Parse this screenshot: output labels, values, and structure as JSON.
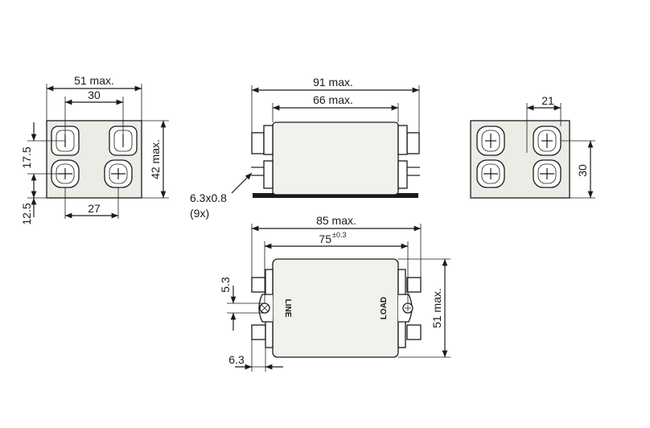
{
  "dimensions": {
    "left_width": "51 max.",
    "left_pitch_top": "30",
    "left_height": "42 max.",
    "left_vert_1": "17.5",
    "left_vert_2": "12.5",
    "left_pitch_bottom": "27",
    "side_length": "91 max.",
    "side_body": "66 max.",
    "terminal_spec": "6.3x0.8",
    "terminal_count": "(9x)",
    "right_pitch_top": "21",
    "right_vert": "30",
    "top_length": "85 max.",
    "top_hole_pitch": "75",
    "top_hole_tol": "±0.3",
    "top_offset": "5.3",
    "top_width": "51 max.",
    "top_terminal_width": "6.3"
  },
  "labels": {
    "line": "LINE",
    "load": "LOAD"
  }
}
